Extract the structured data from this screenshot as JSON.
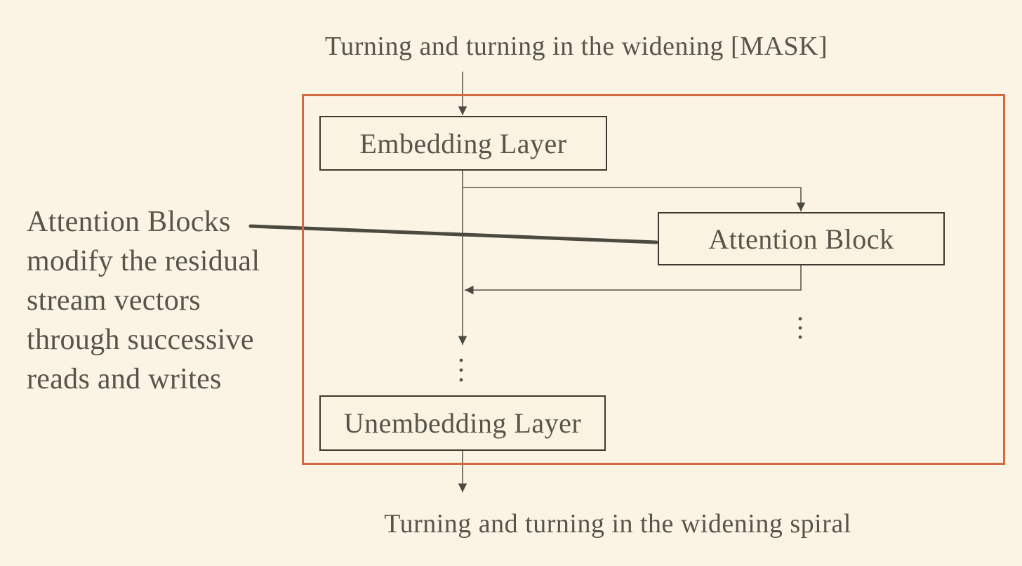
{
  "captions": {
    "input": "Turning and turning in the widening [MASK]",
    "output": "Turning and turning in the widening spiral"
  },
  "boxes": {
    "embedding": "Embedding Layer",
    "attention": "Attention Block",
    "unembedding": "Unembedding Layer"
  },
  "left_annotation": {
    "lines": [
      "Attention Blocks",
      "modify the residual",
      "stream vectors",
      "through successive",
      "reads and writes"
    ]
  },
  "icons": {
    "vertical_ellipsis": "⋮"
  },
  "colors": {
    "background": "#fbf4e5",
    "frame": "#d2693f",
    "box_border": "#3b392f",
    "box_fill": "#faf3e2",
    "connector": "#6e6b60",
    "ink": "#4c4a40",
    "text": "#57544a"
  }
}
